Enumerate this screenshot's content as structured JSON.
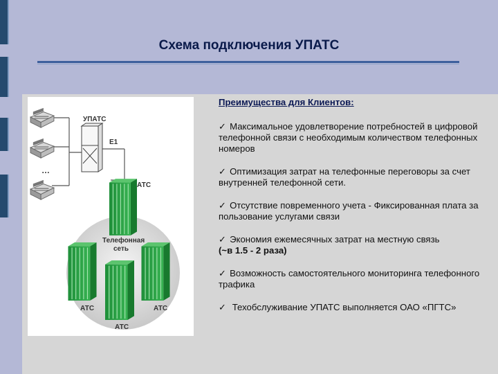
{
  "title": "Схема подключения УПАТС",
  "diagram": {
    "upats_label": "УПАТС",
    "e1_label": "E1",
    "dots_label": "…",
    "network_line1": "Телефонная",
    "network_line2": "сеть",
    "ats_label": "АТС"
  },
  "benefits": {
    "heading": "Преимущества для Клиентов:",
    "check_mark": "✓",
    "items": [
      {
        "text": "Максимальное удовлетворение потребностей в цифровой телефонной связи с необходимым количеством телефонных номеров"
      },
      {
        "text": "Оптимизация затрат на телефонные переговоры за счет внутренней телефонной сети."
      },
      {
        "text": "Отсутствие повременного учета - Фиксированная плата за пользование услугами связи"
      },
      {
        "text": "Экономия ежемесячных затрат на местную связь",
        "bold": "(~в 1.5 - 2 раза)"
      },
      {
        "text": "Возможность самостоятельного мониторинга телефонного трафика"
      },
      {
        "text": " Техобслуживание УПАТС выполняется  ОАО «ПГТС»"
      }
    ]
  }
}
